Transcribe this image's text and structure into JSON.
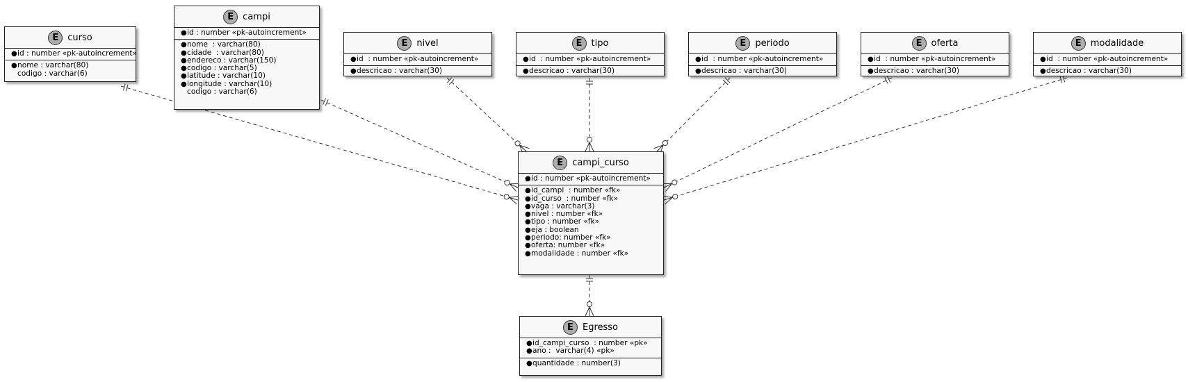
{
  "entities": [
    {
      "id": "curso",
      "name": "curso",
      "badge": "E",
      "pk": [
        {
          "mand": true,
          "text": "id : number «pk-autoincrement»"
        }
      ],
      "attrs": [
        {
          "mand": true,
          "text": "nome : varchar(80)"
        },
        {
          "mand": false,
          "text": "codigo : varchar(6)"
        }
      ]
    },
    {
      "id": "campi",
      "name": "campi",
      "badge": "E",
      "pk": [
        {
          "mand": true,
          "text": "id : number «pk-autoincrement»"
        }
      ],
      "attrs": [
        {
          "mand": true,
          "text": "nome  : varchar(80)"
        },
        {
          "mand": true,
          "text": "cidade  : varchar(80)"
        },
        {
          "mand": true,
          "text": "endereco : varchar(150)"
        },
        {
          "mand": true,
          "text": "codigo : varchar(5)"
        },
        {
          "mand": true,
          "text": "latitude : varchar(10)"
        },
        {
          "mand": true,
          "text": "longitude : varchar(10)"
        },
        {
          "mand": false,
          "text": "codigo : varchar(6)"
        }
      ]
    },
    {
      "id": "nivel",
      "name": "nivel",
      "badge": "E",
      "pk": [
        {
          "mand": true,
          "text": "id  : number «pk-autoincrement»"
        }
      ],
      "attrs": [
        {
          "mand": true,
          "text": "descricao : varchar(30)"
        }
      ]
    },
    {
      "id": "tipo",
      "name": "tipo",
      "badge": "E",
      "pk": [
        {
          "mand": true,
          "text": "id  : number «pk-autoincrement»"
        }
      ],
      "attrs": [
        {
          "mand": true,
          "text": "descricao : varchar(30)"
        }
      ]
    },
    {
      "id": "periodo",
      "name": "periodo",
      "badge": "E",
      "pk": [
        {
          "mand": true,
          "text": "id  : number «pk-autoincrement»"
        }
      ],
      "attrs": [
        {
          "mand": true,
          "text": "descricao : varchar(30)"
        }
      ]
    },
    {
      "id": "oferta",
      "name": "oferta",
      "badge": "E",
      "pk": [
        {
          "mand": true,
          "text": "id  : number «pk-autoincrement»"
        }
      ],
      "attrs": [
        {
          "mand": true,
          "text": "descricao : varchar(30)"
        }
      ]
    },
    {
      "id": "modalidade",
      "name": "modalidade",
      "badge": "E",
      "pk": [
        {
          "mand": true,
          "text": "id  : number «pk-autoincrement»"
        }
      ],
      "attrs": [
        {
          "mand": true,
          "text": "descricao : varchar(30)"
        }
      ]
    },
    {
      "id": "campi_curso",
      "name": "campi_curso",
      "badge": "E",
      "pk": [
        {
          "mand": true,
          "text": "id : number «pk-autoincrement»"
        }
      ],
      "attrs": [
        {
          "mand": true,
          "text": "id_campi  : number «fk»"
        },
        {
          "mand": true,
          "text": "id_curso  : number «fk»"
        },
        {
          "mand": true,
          "text": "vaga : varchar(3)"
        },
        {
          "mand": true,
          "text": "nivel : number «fk»"
        },
        {
          "mand": true,
          "text": "tipo : number «fk»"
        },
        {
          "mand": true,
          "text": "eja : boolean"
        },
        {
          "mand": true,
          "text": "periodo: number «fk»"
        },
        {
          "mand": true,
          "text": "oferta: number «fk»"
        },
        {
          "mand": true,
          "text": "modalidade : number «fk»"
        }
      ]
    },
    {
      "id": "egresso",
      "name": "Egresso",
      "badge": "E",
      "pk": [
        {
          "mand": true,
          "text": "id_campi_curso  : number «pk»"
        },
        {
          "mand": true,
          "text": "ano :  varchar(4) «pk»"
        }
      ],
      "attrs": [
        {
          "mand": true,
          "text": "quantidade : number(3)"
        }
      ]
    }
  ],
  "relationships": [
    {
      "from": "curso",
      "to": "campi_curso",
      "from_cardinality": "exactly-one",
      "to_cardinality": "zero-or-many",
      "line": "dashed"
    },
    {
      "from": "campi",
      "to": "campi_curso",
      "from_cardinality": "exactly-one",
      "to_cardinality": "zero-or-many",
      "line": "dashed"
    },
    {
      "from": "nivel",
      "to": "campi_curso",
      "from_cardinality": "exactly-one",
      "to_cardinality": "zero-or-many",
      "line": "dashed"
    },
    {
      "from": "tipo",
      "to": "campi_curso",
      "from_cardinality": "exactly-one",
      "to_cardinality": "zero-or-many",
      "line": "dashed"
    },
    {
      "from": "periodo",
      "to": "campi_curso",
      "from_cardinality": "exactly-one",
      "to_cardinality": "zero-or-many",
      "line": "dashed"
    },
    {
      "from": "oferta",
      "to": "campi_curso",
      "from_cardinality": "exactly-one",
      "to_cardinality": "zero-or-many",
      "line": "dashed"
    },
    {
      "from": "modalidade",
      "to": "campi_curso",
      "from_cardinality": "exactly-one",
      "to_cardinality": "zero-or-many",
      "line": "dashed"
    },
    {
      "from": "campi_curso",
      "to": "egresso",
      "from_cardinality": "exactly-one",
      "to_cardinality": "zero-or-many",
      "line": "dashed"
    }
  ],
  "colors": {
    "entity_fill": "#f8f8f8",
    "border": "#222222",
    "badge_fill": "#adadad",
    "line": "#333333"
  }
}
